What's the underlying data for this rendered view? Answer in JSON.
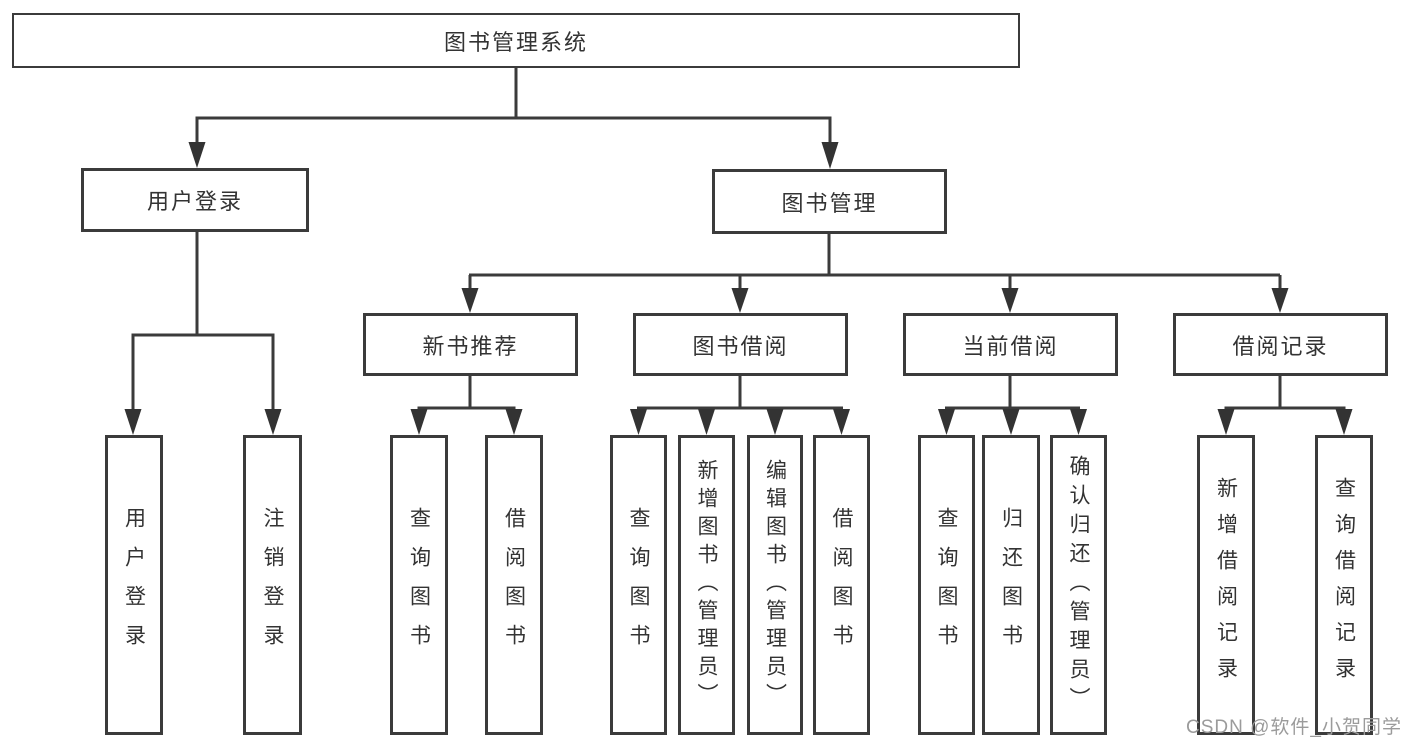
{
  "tree": {
    "root": {
      "label": "图书管理系统"
    },
    "level2": [
      {
        "label": "用户登录",
        "children": [
          {
            "label": "用户登录"
          },
          {
            "label": "注销登录"
          }
        ]
      },
      {
        "label": "图书管理",
        "children": [
          {
            "label": "新书推荐",
            "children": [
              {
                "label": "查询图书"
              },
              {
                "label": "借阅图书"
              }
            ]
          },
          {
            "label": "图书借阅",
            "children": [
              {
                "label": "查询图书"
              },
              {
                "label": "新增图书（管理员）"
              },
              {
                "label": "编辑图书（管理员）"
              },
              {
                "label": "借阅图书"
              }
            ]
          },
          {
            "label": "当前借阅",
            "children": [
              {
                "label": "查询图书"
              },
              {
                "label": "归还图书"
              },
              {
                "label": "确认归还（管理员）"
              }
            ]
          },
          {
            "label": "借阅记录",
            "children": [
              {
                "label": "新增借阅记录"
              },
              {
                "label": "查询借阅记录"
              }
            ]
          }
        ]
      }
    ]
  },
  "watermark": "CSDN @软件_小贺同学",
  "colors": {
    "line": "#3b3b3b",
    "box_border": "#3b3b3b",
    "text": "#333333",
    "watermark_text": "#9b9b9b",
    "background": "#ffffff"
  }
}
